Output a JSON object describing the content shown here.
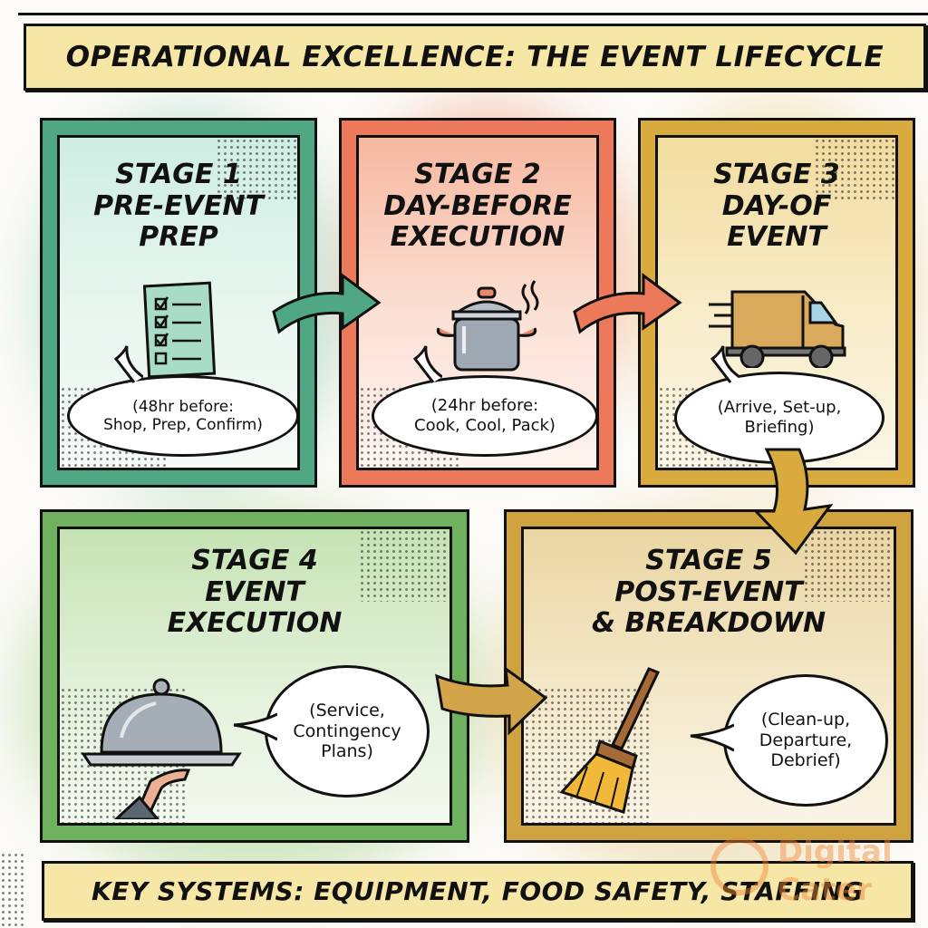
{
  "header": {
    "title": "OPERATIONAL EXCELLENCE: THE EVENT LIFECYCLE"
  },
  "stages": [
    {
      "label": "STAGE 1",
      "name_lines": [
        "PRE-EVENT",
        "PREP"
      ],
      "icon": "checklist-icon",
      "bubble_lines": [
        "(48hr before:",
        "Shop, Prep, Confirm)"
      ],
      "color": "#4fa883"
    },
    {
      "label": "STAGE 2",
      "name_lines": [
        "DAY-BEFORE",
        "EXECUTION"
      ],
      "icon": "cooking-pot-icon",
      "bubble_lines": [
        "(24hr before:",
        "Cook, Cool, Pack)"
      ],
      "color": "#ec7a5a"
    },
    {
      "label": "STAGE 3",
      "name_lines": [
        "DAY-OF",
        "EVENT"
      ],
      "icon": "delivery-van-icon",
      "bubble_lines": [
        "(Arrive, Set-up,",
        "Briefing)"
      ],
      "color": "#d9ab3f"
    },
    {
      "label": "STAGE 4",
      "name_lines": [
        "EVENT",
        "EXECUTION"
      ],
      "icon": "serving-cloche-icon",
      "bubble_lines": [
        "(Service,",
        "Contingency",
        "Plans)"
      ],
      "color": "#6fb15f"
    },
    {
      "label": "STAGE 5",
      "name_lines": [
        "POST-EVENT",
        "& BREAKDOWN"
      ],
      "icon": "broom-icon",
      "bubble_lines": [
        "(Clean-up,",
        "Departure,",
        "Debrief)"
      ],
      "color": "#cfa440"
    }
  ],
  "footer": {
    "text": "KEY SYSTEMS: EQUIPMENT, FOOD SAFETY, STAFFING"
  },
  "watermark": {
    "line1": "Digital",
    "line2": "Cater"
  }
}
